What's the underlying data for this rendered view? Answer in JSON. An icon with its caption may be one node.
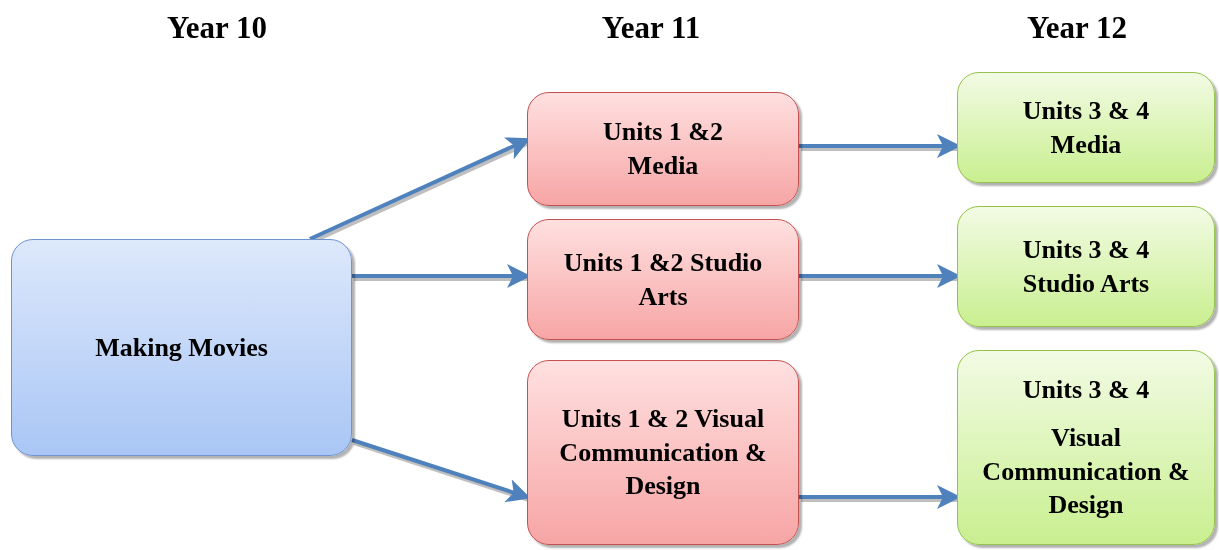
{
  "diagram": {
    "nodes": [
      {
        "text": [
          "Making Movies"
        ]
      },
      {
        "text": [
          "Units 1 &2 Media"
        ]
      },
      {
        "text": [
          "Units 1 &2 Studio Arts"
        ]
      },
      {
        "text": [
          "Units 1 & 2 Visual Communication & Design"
        ]
      },
      {
        "text": [
          "Units 3 & 4 Media"
        ]
      },
      {
        "text": [
          "Units 3 & 4 Studio Arts"
        ]
      },
      {
        "text": [
          "Units 3 & 4",
          "Visual Communication & Design"
        ]
      }
    ],
    "edges": [
      {
        "from": 0,
        "to": 1,
        "arrow": "to"
      },
      {
        "from": 0,
        "to": 2,
        "arrow": "to"
      },
      {
        "from": 0,
        "to": 3,
        "arrow": "to"
      },
      {
        "from": 1,
        "to": 4,
        "arrow": "to"
      },
      {
        "from": 2,
        "to": 5,
        "arrow": "to"
      },
      {
        "from": 3,
        "to": 6,
        "arrow": "to"
      }
    ],
    "labels": [
      "Year 10",
      "Year 11",
      "Year 12"
    ]
  }
}
